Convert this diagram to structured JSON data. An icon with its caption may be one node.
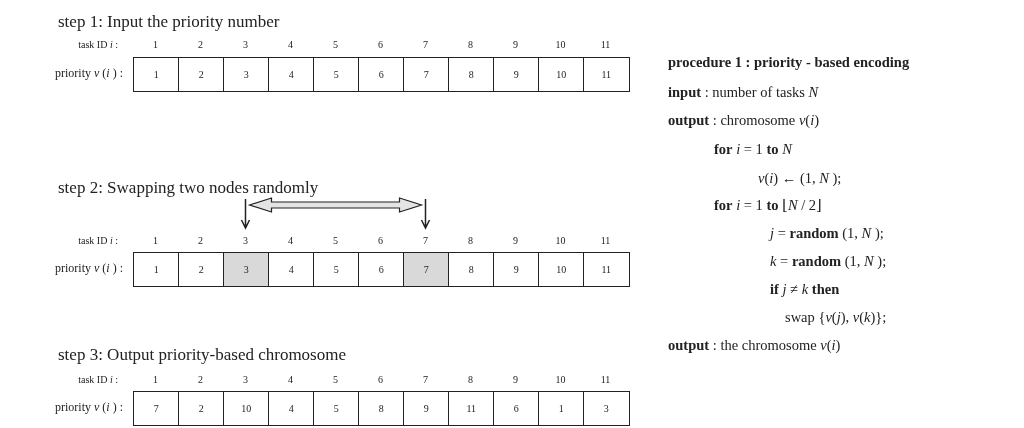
{
  "diagram": {
    "nodes": [
      {
        "text": [
          "1"
        ]
      },
      {
        "text": [
          "2"
        ]
      },
      {
        "text": [
          "3"
        ]
      },
      {
        "text": [
          "4"
        ]
      },
      {
        "text": [
          "5"
        ]
      },
      {
        "text": [
          "6"
        ]
      },
      {
        "text": [
          "7"
        ]
      },
      {
        "text": [
          "8"
        ]
      },
      {
        "text": [
          "9"
        ]
      },
      {
        "text": [
          "10"
        ]
      },
      {
        "text": [
          "11"
        ]
      },
      {
        "text": [
          "1"
        ]
      },
      {
        "text": [
          "2"
        ]
      },
      {
        "text": [
          "3"
        ]
      },
      {
        "text": [
          "4"
        ]
      },
      {
        "text": [
          "5"
        ]
      },
      {
        "text": [
          "6"
        ]
      },
      {
        "text": [
          "7"
        ]
      },
      {
        "text": [
          "8"
        ]
      },
      {
        "text": [
          "9"
        ]
      },
      {
        "text": [
          "10"
        ]
      },
      {
        "text": [
          "11"
        ]
      },
      {
        "text": [
          "7"
        ]
      },
      {
        "text": [
          "2"
        ]
      },
      {
        "text": [
          "10"
        ]
      },
      {
        "text": [
          "4"
        ]
      },
      {
        "text": [
          "5"
        ]
      },
      {
        "text": [
          "8"
        ]
      },
      {
        "text": [
          "9"
        ]
      },
      {
        "text": [
          "11"
        ]
      },
      {
        "text": [
          "6"
        ]
      },
      {
        "text": [
          "1"
        ]
      },
      {
        "text": [
          "3"
        ]
      }
    ],
    "edges": [],
    "labels": [
      "step 1: Input the priority number",
      "task ID *i* :",
      "1",
      "2",
      "3",
      "4",
      "5",
      "6",
      "7",
      "8",
      "9",
      "10",
      "11",
      "priority *v* (*i* ) :",
      "step 2: Swapping two nodes randomly",
      "task ID *i* :",
      "1",
      "2",
      "3",
      "4",
      "5",
      "6",
      "7",
      "8",
      "9",
      "10",
      "11",
      "priority *v* (*i* ) :",
      "step 3: Output  priority-based chromosome",
      "task ID *i* :",
      "1",
      "2",
      "3",
      "4",
      "5",
      "6",
      "7",
      "8",
      "9",
      "10",
      "11",
      "priority *v* (*i* ) :",
      "procedure 1 : priority - based encoding",
      "**input** : number of tasks *N*",
      "**output** : chromosome *v*(*i*)",
      "**for** *i* = 1 **to** *N*",
      "*v*(*i*) ← (1, *N* );",
      "**for** *i* = 1 **to** ⌊*N* / 2⌋",
      "*j* = **random** (1, *N* );",
      "*k* = **random** (1, *N* );",
      "**if** *j* ≠ *k* **then**",
      "swap {*v*(*j*), *v*(*k*)};",
      "**output** : the chromosome *v*(*i*)"
    ]
  }
}
